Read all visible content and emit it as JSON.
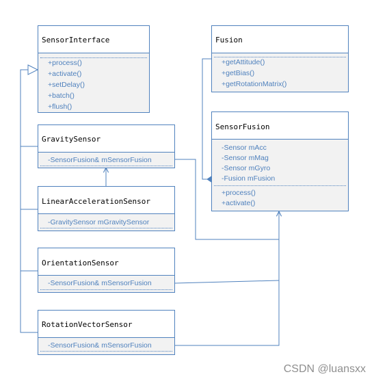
{
  "classes": {
    "sensor_interface": {
      "name": "SensorInterface",
      "operations": [
        "+process()",
        "+activate()",
        "+setDelay()",
        "+batch()",
        "+flush()"
      ]
    },
    "fusion": {
      "name": "Fusion",
      "operations": [
        "+getAttitude()",
        "+getBias()",
        "+getRotationMatrix()"
      ]
    },
    "sensor_fusion": {
      "name": "SensorFusion",
      "attributes": [
        "-Sensor mAcc",
        "-Sensor mMag",
        "-Sensor mGyro",
        "-Fusion mFusion"
      ],
      "operations": [
        "+process()",
        "+activate()"
      ]
    },
    "gravity_sensor": {
      "name": "GravitySensor",
      "attributes": [
        "-SensorFusion& mSensorFusion"
      ]
    },
    "linear_acceleration_sensor": {
      "name": "LinearAccelerationSensor",
      "attributes": [
        "-GravitySensor mGravitySensor"
      ]
    },
    "orientation_sensor": {
      "name": "OrientationSensor",
      "attributes": [
        "-SensorFusion& mSensorFusion"
      ]
    },
    "rotation_vector_sensor": {
      "name": "RotationVectorSensor",
      "attributes": [
        "-SensorFusion& mSensorFusion"
      ]
    }
  },
  "watermark": "CSDN @luansxx",
  "line_color": "#4f81bd"
}
